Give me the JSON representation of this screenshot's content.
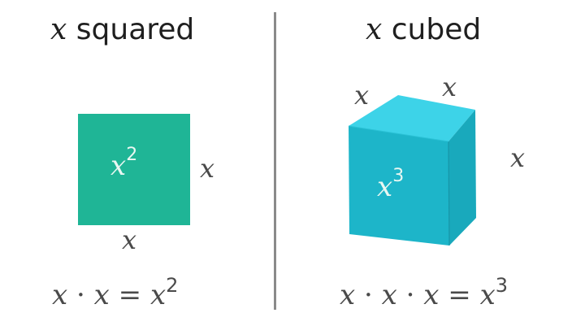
{
  "left": {
    "title_var": "x",
    "title_text": "squared",
    "shape": "square",
    "shape_label_base": "x",
    "shape_label_exp": "2",
    "side_labels": [
      "x",
      "x"
    ],
    "equation": {
      "terms": [
        "x",
        "·",
        "x",
        "=",
        "x"
      ],
      "exponent": "2"
    },
    "color": "#1fb596"
  },
  "right": {
    "title_var": "x",
    "title_text": "cubed",
    "shape": "cube",
    "shape_label_base": "x",
    "shape_label_exp": "3",
    "edge_labels": [
      "x",
      "x",
      "x"
    ],
    "equation": {
      "terms": [
        "x",
        "·",
        "x",
        "·",
        "x",
        "=",
        "x"
      ],
      "exponent": "3"
    },
    "colors": {
      "front": "#1db5c9",
      "top": "#3dd3e8",
      "right": "#19a9bc"
    }
  },
  "divider_color": "#8a8a8a"
}
